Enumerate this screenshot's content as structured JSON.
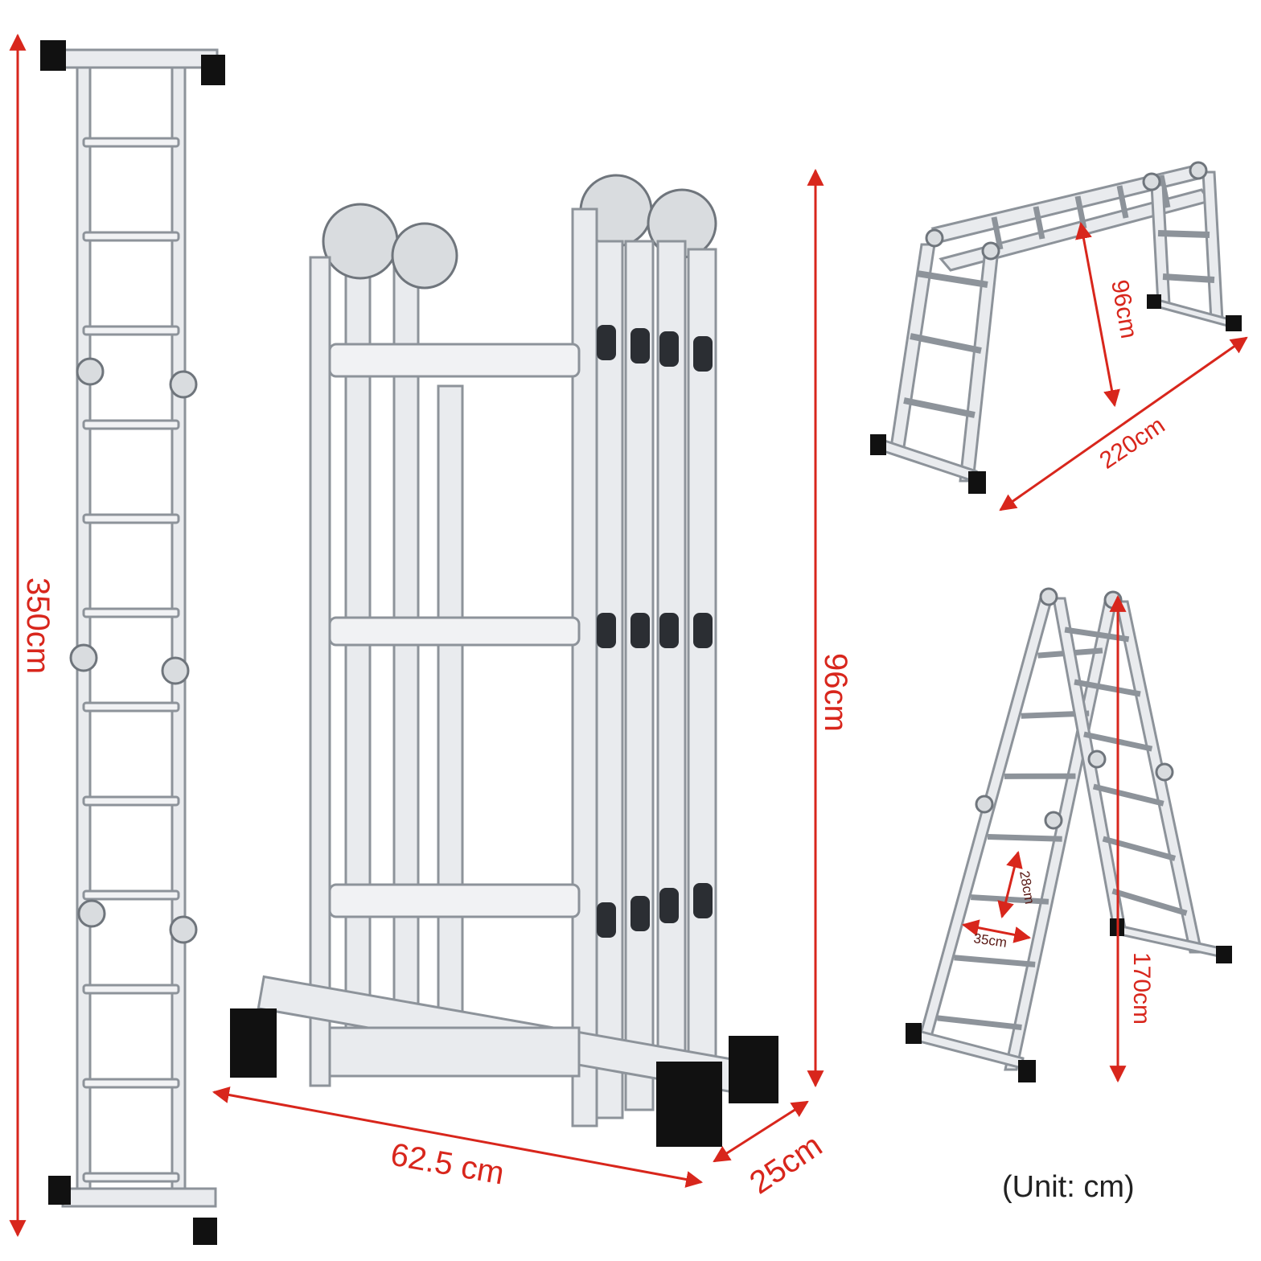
{
  "labels": {
    "full_length": "350cm",
    "folded_height": "96cm",
    "folded_width": "62.5 cm",
    "folded_depth": "25cm",
    "trestle_height": "96cm",
    "trestle_length": "220cm",
    "a_frame_height": "170cm",
    "rung_spacing": "28cm",
    "rung_width": "35cm",
    "unit_note": "(Unit: cm)"
  },
  "colors": {
    "dimension": "#d8261c",
    "aluminium": "#e9ebee",
    "outline": "#8d939a",
    "feet": "#111111"
  },
  "icons": {
    "hinge": "ladder-hinge-icon",
    "foot": "rubber-foot-icon"
  }
}
